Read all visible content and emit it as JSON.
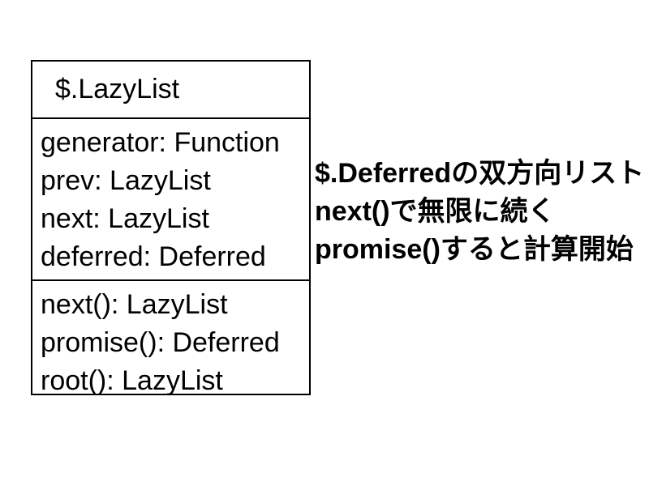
{
  "diagram": {
    "class_box": {
      "title": "$.LazyList",
      "attributes": [
        "generator: Function",
        "prev: LazyList",
        "next: LazyList",
        "deferred: Deferred"
      ],
      "methods": [
        "next(): LazyList",
        "promise(): Deferred",
        "root(): LazyList"
      ]
    },
    "annotation": {
      "lines": [
        "$.Deferredの双方向リスト",
        "next()で無限に続く",
        "promise()すると計算開始"
      ]
    },
    "colors": {
      "background": "#ffffff",
      "line": "#000000",
      "text": "#000000"
    }
  }
}
